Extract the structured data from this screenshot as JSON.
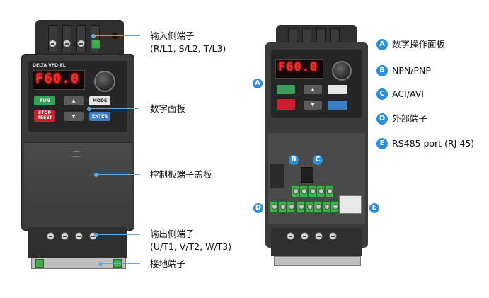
{
  "left_diagram": {
    "drive_display": "F60.0",
    "drive_brand": "DELTA VFD-EL",
    "keys": {
      "run": "RUN",
      "mode": "MODE",
      "stop": "STOP",
      "reset": "RESET",
      "enter": "ENTER"
    },
    "callouts": {
      "input_terminals": "输入侧端子",
      "input_terminals_sub": "(R/L1, S/L2, T/L3)",
      "digital_panel": "数字面板",
      "control_cover": "控制板端子盖板",
      "output_terminals": "输出侧端子",
      "output_terminals_sub": "(U/T1, V/T2, W/T3)",
      "ground_terminal": "接地端子"
    }
  },
  "right_diagram": {
    "drive_display": "F60.0",
    "badges": {
      "a": "A",
      "b": "B",
      "c": "C",
      "d": "D",
      "e": "E"
    },
    "legend": [
      {
        "badge": "A",
        "text": "数字操作面板"
      },
      {
        "badge": "B",
        "text": "NPN/PNP"
      },
      {
        "badge": "C",
        "text": "ACI/AVI"
      },
      {
        "badge": "D",
        "text": "外部端子"
      },
      {
        "badge": "E",
        "text": "RS485 port (RJ-45)"
      }
    ]
  },
  "colors": {
    "badge_blue": "#2a8fd9",
    "leader_blue": "#6aa6d8",
    "run_green": "#3a9f5a",
    "stop_red": "#c8202e",
    "enter_blue": "#3a7fc4",
    "terminal_green": "#3fae4a"
  }
}
